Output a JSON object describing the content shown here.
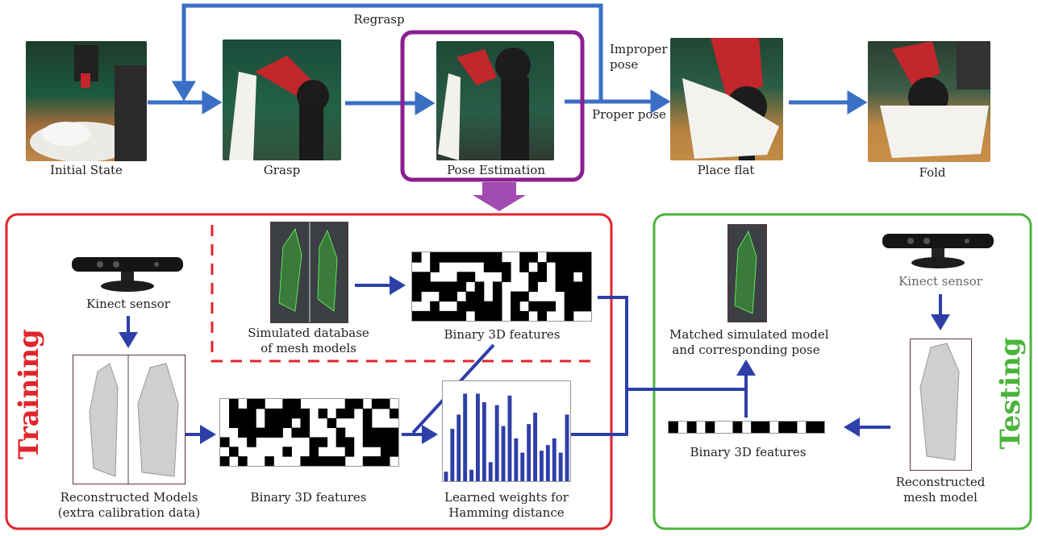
{
  "pipeline": {
    "steps": [
      {
        "label": "Initial State"
      },
      {
        "label": "Grasp"
      },
      {
        "label": "Pose Estimation"
      },
      {
        "label": "Place flat"
      },
      {
        "label": "Fold"
      }
    ],
    "regrasp": "Regrasp",
    "improper_pose": "Improper\npose",
    "proper_pose": "Proper pose"
  },
  "training": {
    "title": "Training",
    "kinect_label": "Kinect sensor",
    "reconstructed_label": "Reconstructed Models\n(extra calibration data)",
    "binary_label": "Binary 3D features",
    "weights_label": "Learned weights for\nHamming distance",
    "database_label": "Simulated database\nof mesh models",
    "db_binary_label": "Binary 3D features"
  },
  "testing": {
    "title": "Testing",
    "kinect_label": "Kinect sensor",
    "reconstructed_label": "Reconstructed\nmesh model",
    "binary_label": "Binary 3D features",
    "matched_label": "Matched simulated model\nand corresponding pose"
  },
  "colors": {
    "arrow": "#3a6fc4",
    "dark_arrow": "#2e3fa8",
    "pose_box": "#8a1f8f",
    "training_box": "#e0262b",
    "testing_box": "#4cb43c"
  }
}
